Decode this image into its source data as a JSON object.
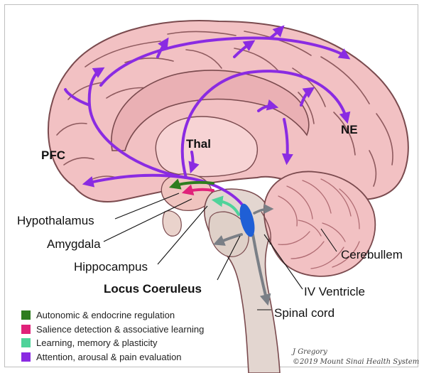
{
  "labels": {
    "pfc": "PFC",
    "thal": "Thal",
    "ne": "NE",
    "hypothalamus": "Hypothalamus",
    "amygdala": "Amygdala",
    "hippocampus": "Hippocampus",
    "locus_coeruleus": "Locus Coeruleus",
    "cerebellum": "Cerebullem",
    "iv_ventricle": "IV Ventricle",
    "spinal_cord": "Spinal cord"
  },
  "legend": [
    {
      "text": "Autonomic & endocrine regulation",
      "color": "#2e7d1f"
    },
    {
      "text": "Salience detection & associative learning",
      "color": "#e0227a"
    },
    {
      "text": "Learning, memory & plasticity",
      "color": "#4fd39a"
    },
    {
      "text": "Attention, arousal & pain evaluation",
      "color": "#8a2be2"
    }
  ],
  "credit": {
    "artist": "J Gregory",
    "copyright": "©2019 Mount Sinai Health System"
  },
  "colors": {
    "brain": "#f2c1c3",
    "brain_outline": "#7a4a4e",
    "brainstem": "#e3d6d0",
    "pathway": "#8a2be2",
    "locus": "#1f5fd6",
    "gray_arrow": "#7a7f86"
  }
}
